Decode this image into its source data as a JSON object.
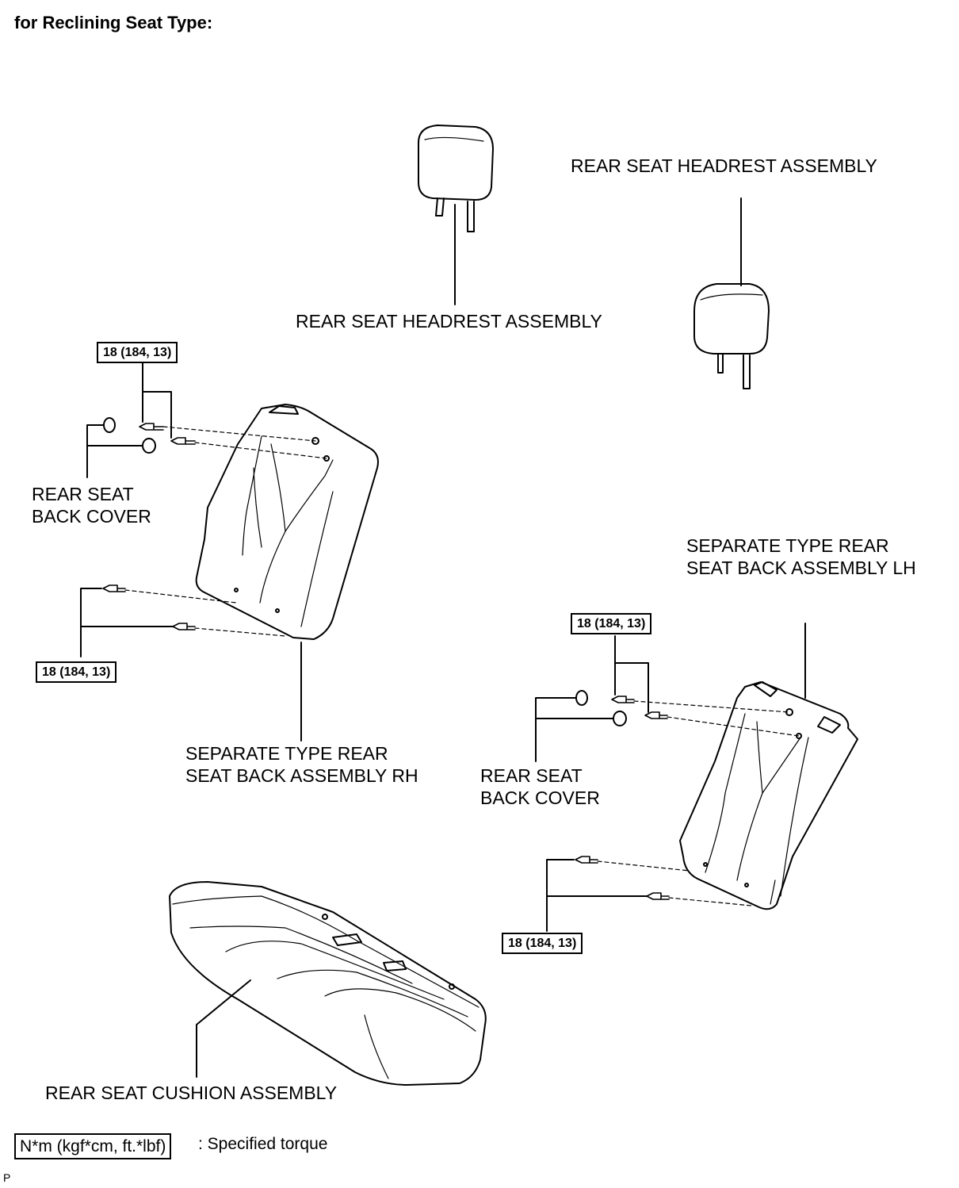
{
  "title": "for Reclining Seat Type:",
  "labels": {
    "headrest_center": "REAR SEAT HEADREST ASSEMBLY",
    "headrest_right": "REAR SEAT HEADREST ASSEMBLY",
    "back_cover_left_line1": "REAR SEAT",
    "back_cover_left_line2": "BACK COVER",
    "seatback_rh_line1": "SEPARATE TYPE REAR",
    "seatback_rh_line2": "SEAT BACK ASSEMBLY RH",
    "seatback_lh_line1": "SEPARATE TYPE REAR",
    "seatback_lh_line2": "SEAT BACK ASSEMBLY LH",
    "back_cover_right_line1": "REAR SEAT",
    "back_cover_right_line2": "BACK COVER",
    "cushion": "REAR SEAT CUSHION ASSEMBLY"
  },
  "torques": {
    "rh_upper": "18 (184, 13)",
    "rh_lower": "18 (184, 13)",
    "lh_upper": "18 (184, 13)",
    "lh_lower": "18 (184, 13)"
  },
  "legend": {
    "box": "N*m (kgf*cm, ft.*lbf)",
    "text": ": Specified torque"
  },
  "corner_mark": "P"
}
